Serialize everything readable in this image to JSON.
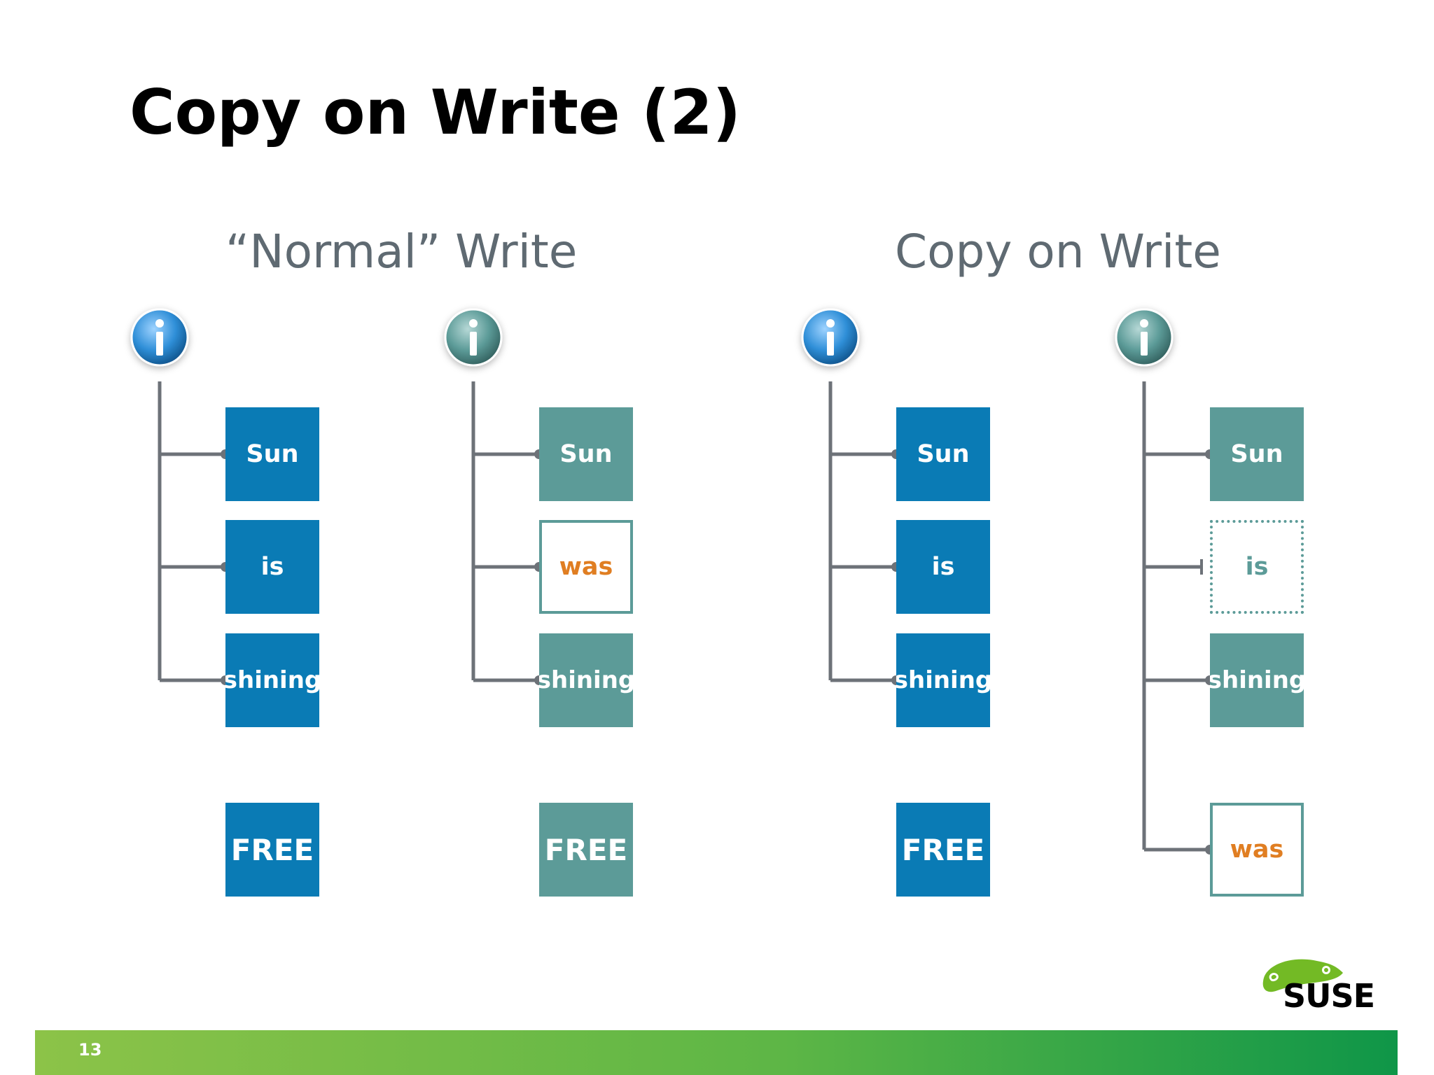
{
  "slide": {
    "title": "Copy on Write (2)",
    "page_number": "13"
  },
  "sections": [
    {
      "title": "“Normal” Write"
    },
    {
      "title": "Copy on Write"
    }
  ],
  "columns": [
    {
      "inode_color": "#2f8fd8",
      "blocks": [
        {
          "label": "Sun",
          "style": "blue"
        },
        {
          "label": "is",
          "style": "blue"
        },
        {
          "label": "shining",
          "style": "blue"
        }
      ],
      "extra_block": {
        "label": "FREE",
        "style": "blue"
      }
    },
    {
      "inode_color": "#5c9b98",
      "blocks": [
        {
          "label": "Sun",
          "style": "teal"
        },
        {
          "label": "was",
          "style": "outline"
        },
        {
          "label": "shining",
          "style": "teal"
        }
      ],
      "extra_block": {
        "label": "FREE",
        "style": "teal"
      }
    },
    {
      "inode_color": "#2f8fd8",
      "blocks": [
        {
          "label": "Sun",
          "style": "blue"
        },
        {
          "label": "is",
          "style": "blue"
        },
        {
          "label": "shining",
          "style": "blue"
        }
      ],
      "extra_block": {
        "label": "FREE",
        "style": "blue"
      }
    },
    {
      "inode_color": "#5c9b98",
      "blocks": [
        {
          "label": "Sun",
          "style": "teal"
        },
        {
          "label": "is",
          "style": "dotted"
        },
        {
          "label": "shining",
          "style": "teal"
        }
      ],
      "extra_block": {
        "label": "was",
        "style": "outline"
      }
    }
  ],
  "colors": {
    "blue": "#0a7bb5",
    "teal": "#5c9b98",
    "accent_orange": "#e07e22",
    "connector": "#6d7278"
  },
  "logo": {
    "text": "SUSE",
    "icon": "chameleon-icon"
  }
}
